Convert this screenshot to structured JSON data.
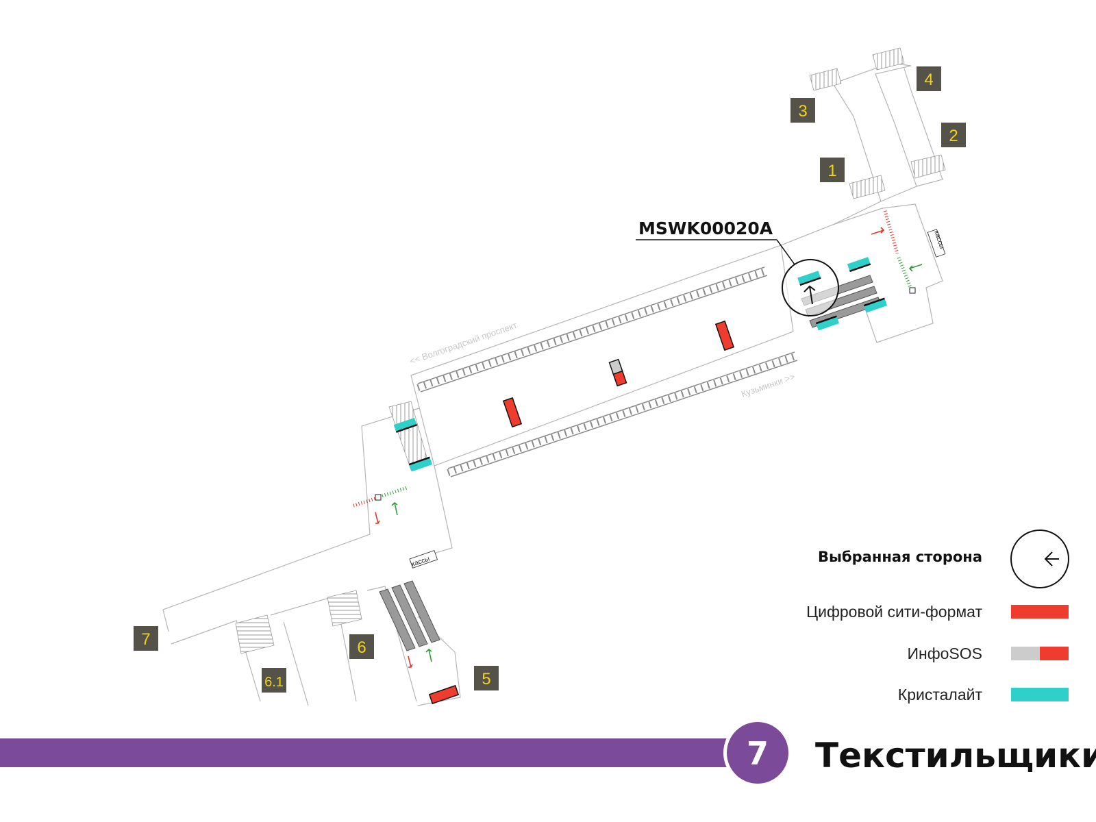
{
  "map": {
    "exits": [
      {
        "id": "1",
        "label": "1"
      },
      {
        "id": "2",
        "label": "2"
      },
      {
        "id": "3",
        "label": "3"
      },
      {
        "id": "4",
        "label": "4"
      },
      {
        "id": "5",
        "label": "5"
      },
      {
        "id": "6",
        "label": "6"
      },
      {
        "id": "6.1",
        "label": "6.1"
      },
      {
        "id": "7",
        "label": "7"
      }
    ],
    "ticket_office_label": "кассы",
    "direction_left": "<< Волгоградский проспект",
    "direction_right": "Кузьминки >>",
    "selected_code": "MSWK00020A"
  },
  "legend": {
    "selected_side_label": "Выбранная сторона",
    "items": [
      {
        "label": "Цифровой сити-формат",
        "color": "#ee3d2f"
      },
      {
        "label": "ИнфоSOS",
        "color": "#cccccc",
        "color2": "#ee3d2f"
      },
      {
        "label": "Кристалайт",
        "color": "#2fd0c9"
      }
    ]
  },
  "line": {
    "number": "7",
    "color": "#7b4a99",
    "station": "Текстильщики"
  },
  "colors": {
    "exit_box": "#55524a",
    "exit_text": "#f2d21a",
    "digital_city": "#ee3d2f",
    "crystal": "#2fd0c9",
    "entry_green": "#2f9a3a",
    "exit_red": "#e0352b"
  }
}
